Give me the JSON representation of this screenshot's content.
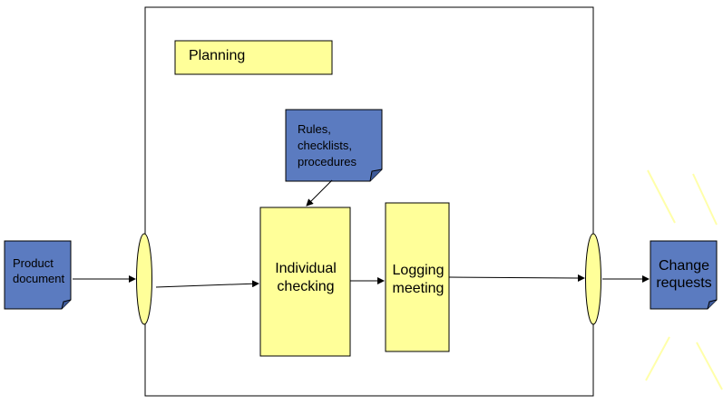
{
  "diagram": {
    "planning": "Planning",
    "rules": [
      "Rules,",
      "checklists,",
      "procedures"
    ],
    "product_document": [
      "Product",
      "document"
    ],
    "individual_checking": [
      "Individual",
      "checking"
    ],
    "logging_meeting": [
      "Logging",
      "meeting"
    ],
    "change_requests": [
      "Change",
      "requests"
    ]
  },
  "colors": {
    "yellow_box": "#FFFF99",
    "blue_doc": "#5B7BC0",
    "stroke": "#000000",
    "burst": "#FFFFAA"
  }
}
